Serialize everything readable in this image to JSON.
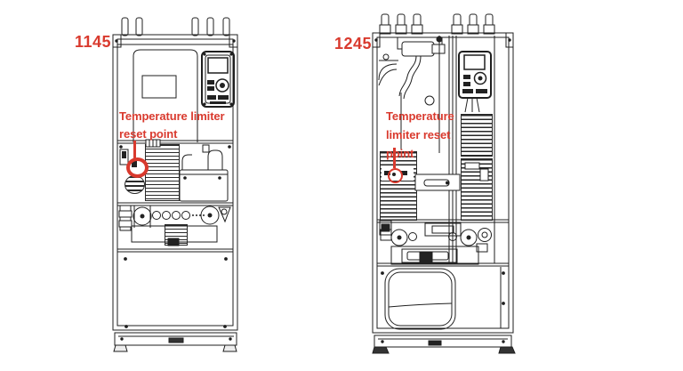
{
  "colors": {
    "annotation": "#d93a2e",
    "line_art": "#1f1f1f",
    "background": "#ffffff"
  },
  "figures": {
    "left": {
      "model_label": "1145",
      "note": "Temperature limiter\nreset point",
      "marker": "temperature limiter reset point"
    },
    "right": {
      "model_label": "1245",
      "note": "Temperature\nlimiter reset\npoint",
      "marker": "temperature limiter reset point"
    }
  }
}
